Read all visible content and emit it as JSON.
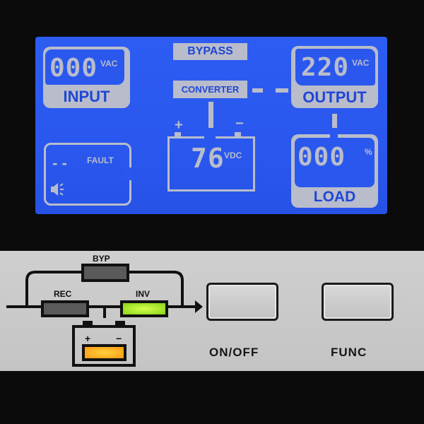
{
  "lcd": {
    "input": {
      "value": "000",
      "unit": "VAC",
      "label": "INPUT"
    },
    "output": {
      "value": "220",
      "unit": "VAC",
      "label": "OUTPUT"
    },
    "bypass_label": "BYPASS",
    "converter_label": "CONVERTER",
    "battery": {
      "value": "76",
      "unit": "VDC",
      "plus": "+",
      "minus": "−"
    },
    "fault": {
      "code": "- -",
      "label": "FAULT",
      "icon": "speaker-icon"
    },
    "load": {
      "value": "000",
      "unit": "%",
      "label": "LOAD"
    },
    "colors": {
      "background": "#2a58ee",
      "segment": "#b9bccb"
    }
  },
  "panel": {
    "leds": {
      "byp": {
        "label": "BYP",
        "state": "off"
      },
      "rec": {
        "label": "REC",
        "state": "off"
      },
      "inv": {
        "label": "INV",
        "state": "on",
        "color": "#9be020"
      },
      "battery": {
        "plus": "+",
        "minus": "−",
        "state": "on",
        "color": "#ffb319"
      }
    },
    "buttons": {
      "on_off": "ON/OFF",
      "func": "FUNC"
    }
  }
}
